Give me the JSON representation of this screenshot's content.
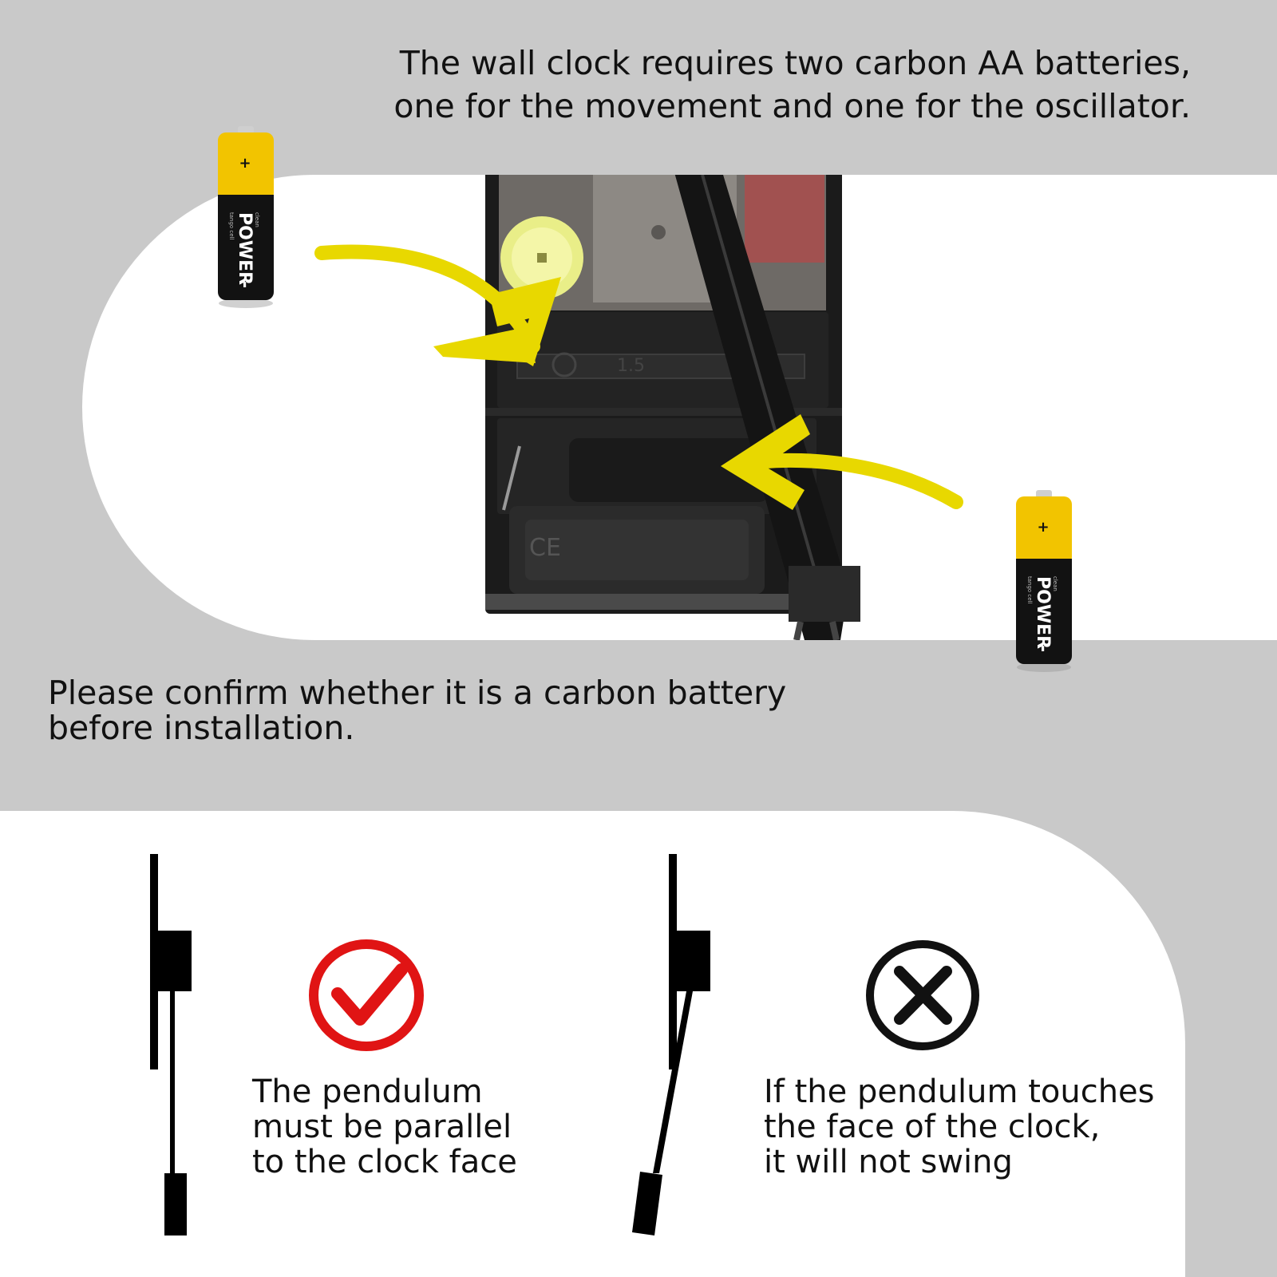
{
  "header": {
    "line1": "The wall clock requires two carbon AA batteries,",
    "line2": "one for the movement and one for the oscillator."
  },
  "notice": {
    "line1": "Please confirm whether it is a carbon battery",
    "line2": "before installation."
  },
  "battery": {
    "brand": "POWER",
    "small_top": "clean",
    "small_bottom": "tango cell",
    "plus": "+",
    "minus": "-"
  },
  "movement_labels": {
    "voltage": "1.5",
    "ce_mark": "CE"
  },
  "correct": {
    "line1": "The pendulum",
    "line2": "must be parallel",
    "line3": "to the clock face"
  },
  "incorrect": {
    "line1": "If the pendulum touches",
    "line2": "the face of the clock,",
    "line3": "it will not swing"
  },
  "colors": {
    "background": "#c9c9c9",
    "panel": "#ffffff",
    "arrow": "#e8d800",
    "battery_yellow": "#f2c400",
    "check_red": "#e01414",
    "movement_black": "#1b1b1b"
  }
}
